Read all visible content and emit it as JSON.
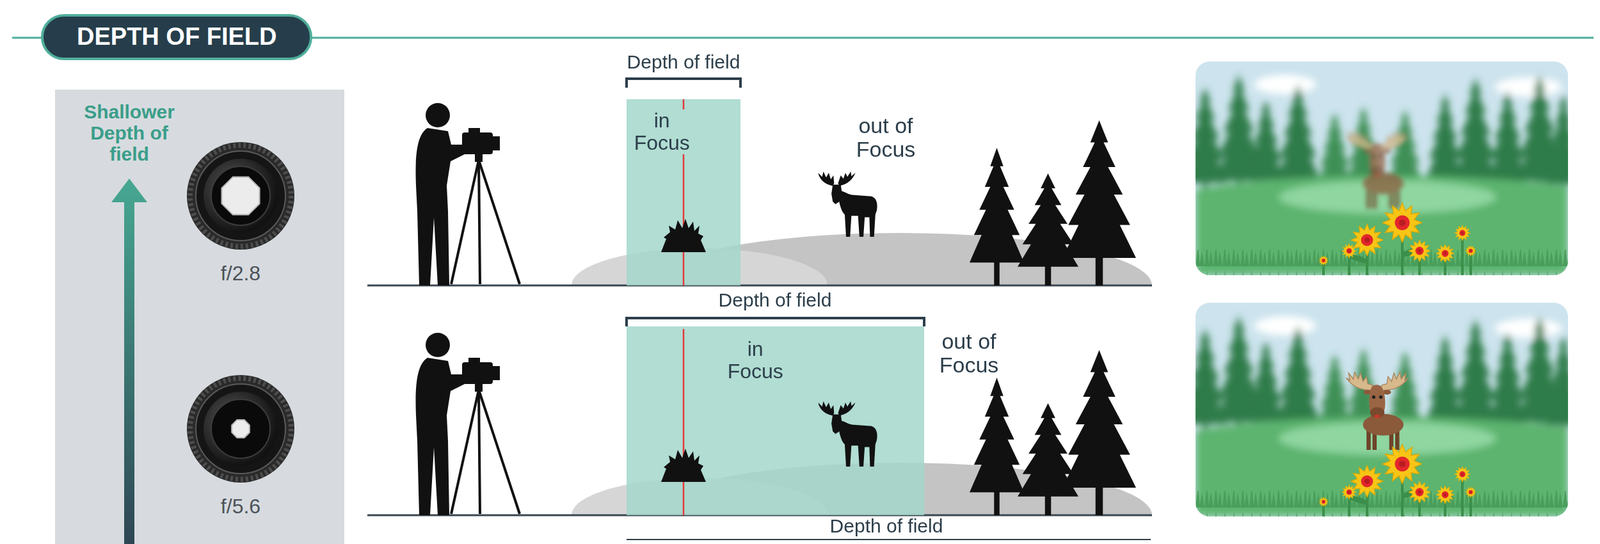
{
  "diagram": {
    "title": "DEPTH OF FIELD",
    "nodes": [
      {
        "text": [
          "Shallower Depth of field"
        ]
      },
      {
        "text": [
          "f/2.8"
        ],
        "in": 0
      },
      {
        "text": [
          "f/5.6"
        ],
        "in": 0
      },
      {
        "text": [
          "in Focus"
        ]
      },
      {
        "text": [
          "in Focus"
        ]
      }
    ],
    "labels": [
      "Depth of field",
      "out of Focus",
      "Depth of field",
      "out of Focus",
      "Depth of field"
    ]
  }
}
